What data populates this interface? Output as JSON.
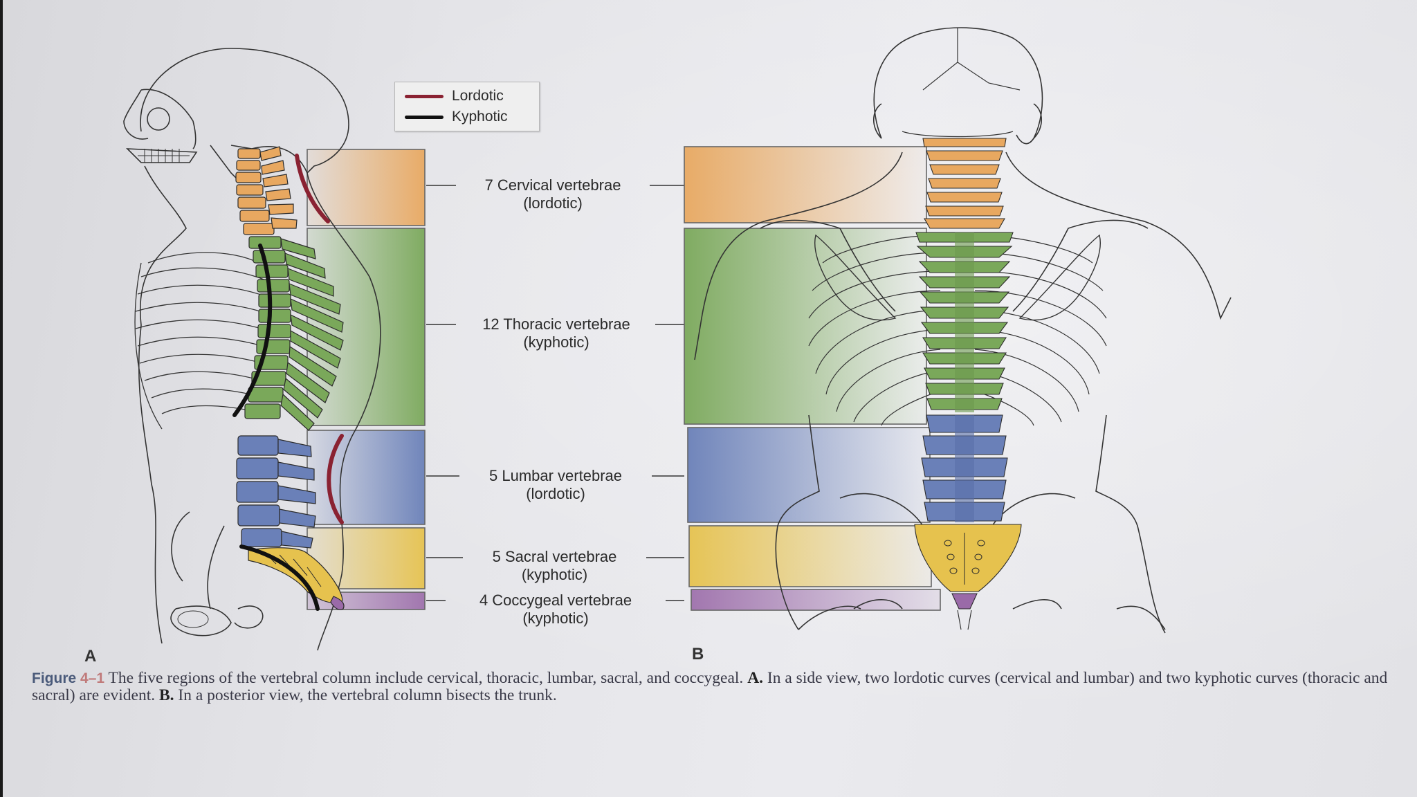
{
  "legend": {
    "lordotic_label": "Lordotic",
    "kyphotic_label": "Kyphotic",
    "lordotic_color": "#8a2232",
    "kyphotic_color": "#111111"
  },
  "regions": [
    {
      "line1": "7 Cervical vertebrae",
      "line2": "(lordotic)",
      "color": "#e8a860"
    },
    {
      "line1": "12 Thoracic vertebrae",
      "line2": "(kyphotic)",
      "color": "#7aa85a"
    },
    {
      "line1": "5 Lumbar vertebrae",
      "line2": "(lordotic)",
      "color": "#6a80b8"
    },
    {
      "line1": "5 Sacral vertebrae",
      "line2": "(kyphotic)",
      "color": "#e6c24e"
    },
    {
      "line1": "4 Coccygeal vertebrae",
      "line2": "(kyphotic)",
      "color": "#9a6aa8"
    }
  ],
  "panels": {
    "a": "A",
    "b": "B"
  },
  "caption": {
    "figure_word": "Figure",
    "figure_number": "4–1",
    "text1": "The five regions of the vertebral column include cervical, thoracic, lumbar, sacral, and coccygeal.",
    "a_label": "A.",
    "text2": "In a side view, two lordotic curves (cervical and lumbar) and two kyphotic curves (thoracic and sacral) are evident.",
    "b_label": "B.",
    "text3": "In a posterior view, the vertebral column bisects the trunk."
  }
}
